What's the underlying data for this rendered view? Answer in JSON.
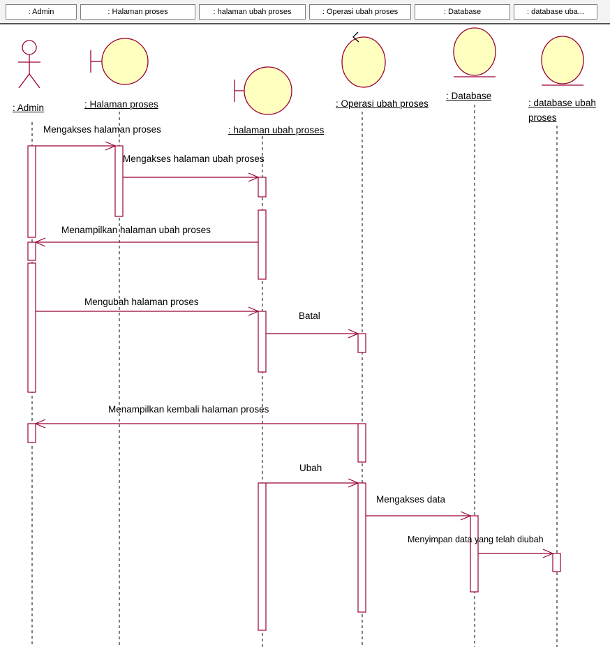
{
  "header_tabs": [
    ": Admin",
    ": Halaman proses",
    ": halaman ubah proses",
    ": Operasi ubah proses",
    ": Database",
    ": database uba..."
  ],
  "participants": {
    "admin": ": Admin",
    "halaman_proses": ": Halaman proses",
    "halaman_ubah_proses": ": halaman ubah proses",
    "operasi_ubah_proses": ": Operasi ubah proses",
    "database": ": Database",
    "database_ubah_line1": ": database ubah",
    "database_ubah_line2": "proses"
  },
  "messages": {
    "m1": "Mengakses halaman proses",
    "m2": "Mengakses halaman ubah proses",
    "m3": "Menampilkan halaman ubah proses",
    "m4": "Mengubah halaman proses",
    "m5": "Batal",
    "m6": "Menampilkan kembali halaman proses",
    "m7": "Ubah",
    "m8": "Mengakses data",
    "m9": "Menyimpan data yang telah diubah"
  },
  "colors": {
    "line": "#990033",
    "icon_fill": "#ffffc0",
    "lifeline": "#000000"
  }
}
